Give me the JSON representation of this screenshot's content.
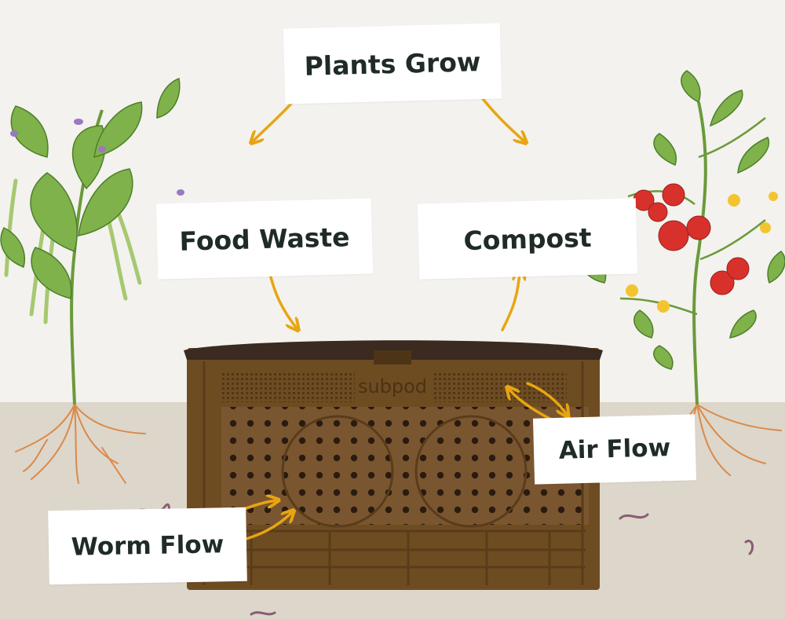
{
  "labels": {
    "plants_grow": "Plants Grow",
    "food_waste": "Food Waste",
    "compost": "Compost",
    "air_flow": "Air Flow",
    "worm_flow": "Worm Flow"
  },
  "bin_brand": "subpod",
  "colors": {
    "background": "#f3f2ee",
    "soil": "#ddd6ca",
    "bin": "#6e4c22",
    "bin_lid": "#3a2a20",
    "arrow": "#e8a512",
    "label_bg": "#ffffff",
    "label_text": "#1f2b26",
    "leaf": "#7fb24a",
    "tomato": "#d8312b",
    "root": "#d98a4a",
    "worm": "#8a5c74"
  }
}
